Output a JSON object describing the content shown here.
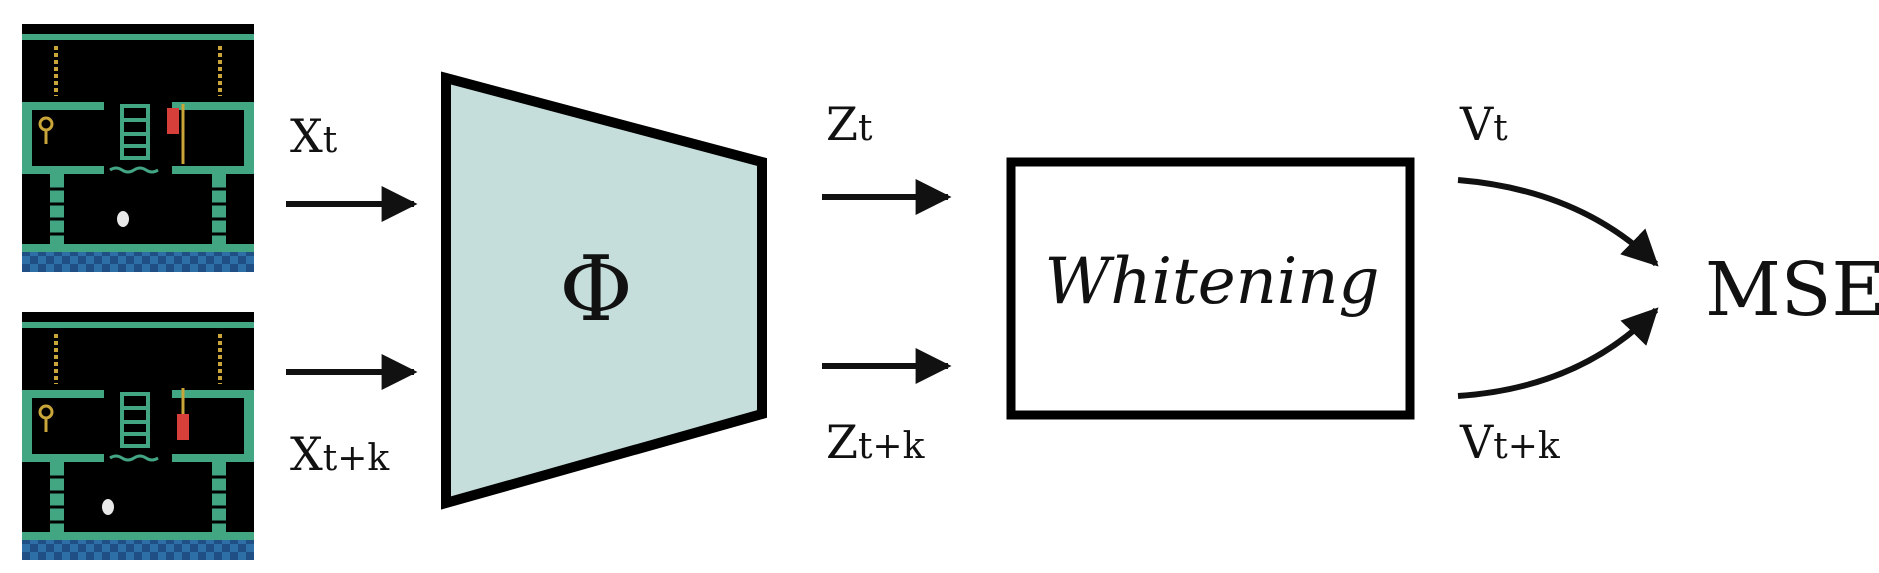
{
  "inputs": {
    "top_label_main": "X",
    "top_label_sub": "t",
    "bottom_label_main": "X",
    "bottom_label_sub": "t+k"
  },
  "encoder": {
    "symbol": "Φ",
    "fill_color": "#c5dedb"
  },
  "embeddings": {
    "top_label_main": "Z",
    "top_label_sub": "t",
    "bottom_label_main": "Z",
    "bottom_label_sub": "t+k"
  },
  "whitening": {
    "label": "Whitening"
  },
  "outputs": {
    "top_label_main": "V",
    "top_label_sub": "t",
    "bottom_label_main": "V",
    "bottom_label_sub": "t+k"
  },
  "loss": {
    "label": "MSE"
  },
  "colors": {
    "frame_green": "#43a683",
    "frame_water": "#2f6fa8",
    "frame_bg": "#000000",
    "rope_gold": "#c9a53a"
  }
}
